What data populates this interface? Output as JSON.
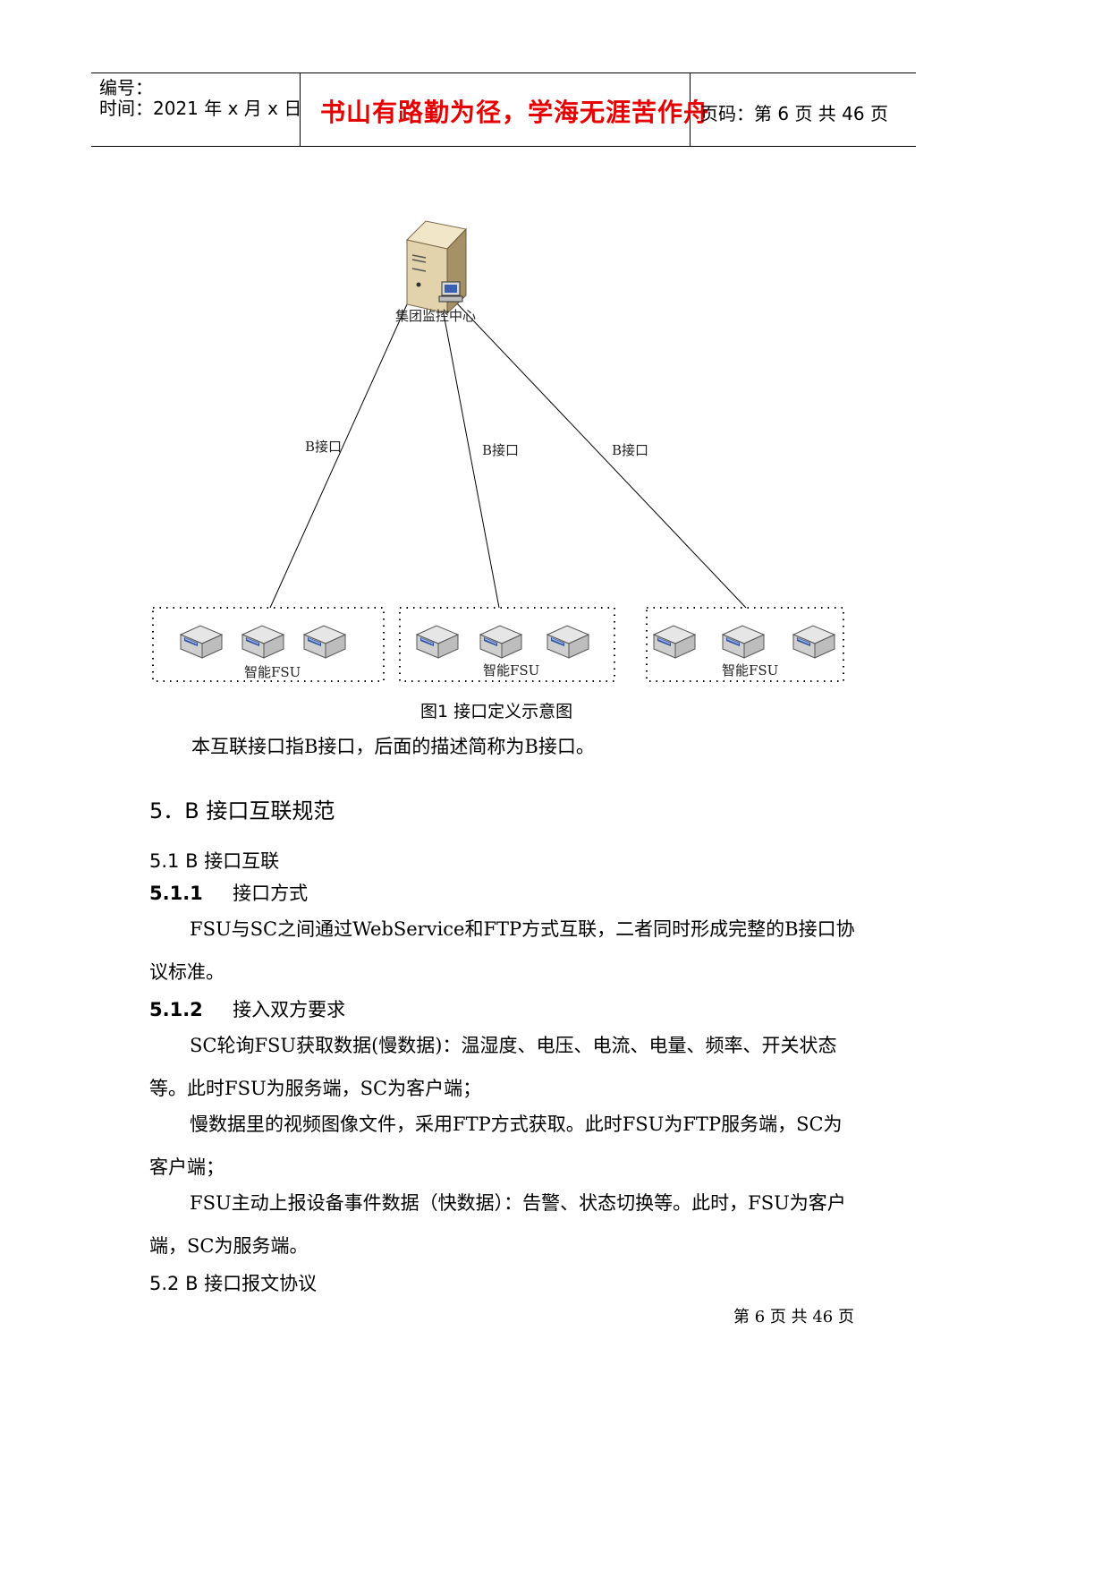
{
  "header": {
    "number_label": "编号：",
    "time_label": "时间：2021 年 x 月 x 日",
    "motto": "书山有路勤为径，学海无涯苦作舟",
    "page_info": "页码：第 6 页  共 46 页"
  },
  "diagram": {
    "center_label": "集团监控中心",
    "link_labels": [
      "B接口",
      "B接口",
      "B接口"
    ],
    "group_labels": [
      "智能FSU",
      "智能FSU",
      "智能FSU"
    ],
    "icons": {
      "server": "server-tower-icon",
      "fsu": "fsu-device-icon"
    },
    "colors": {
      "line": "#000000",
      "box_border": "#000000"
    }
  },
  "figure_caption": "图1   接口定义示意图",
  "intro_paragraph": "本互联接口指B接口，后面的描述简称为B接口。",
  "section5": {
    "title": "5．B 接口互联规范",
    "s51": {
      "title": "5.1   B 接口互联",
      "s511": {
        "num": "5.1.1",
        "title": "接口方式",
        "text": "FSU与SC之间通过WebService和FTP方式互联，二者同时形成完整的B接口协议标准。"
      },
      "s512": {
        "num": "5.1.2",
        "title": "接入双方要求",
        "p1": "SC轮询FSU获取数据(慢数据)：温湿度、电压、电流、电量、频率、开关状态等。此时FSU为服务端，SC为客户端；",
        "p2": "慢数据里的视频图像文件，采用FTP方式获取。此时FSU为FTP服务端，SC为客户端；",
        "p3": "FSU主动上报设备事件数据（快数据）：告警、状态切换等。此时，FSU为客户端，SC为服务端。"
      }
    },
    "s52": {
      "title": "5.2   B 接口报文协议"
    }
  },
  "footer": {
    "page_text": "第 6 页 共 46 页"
  }
}
